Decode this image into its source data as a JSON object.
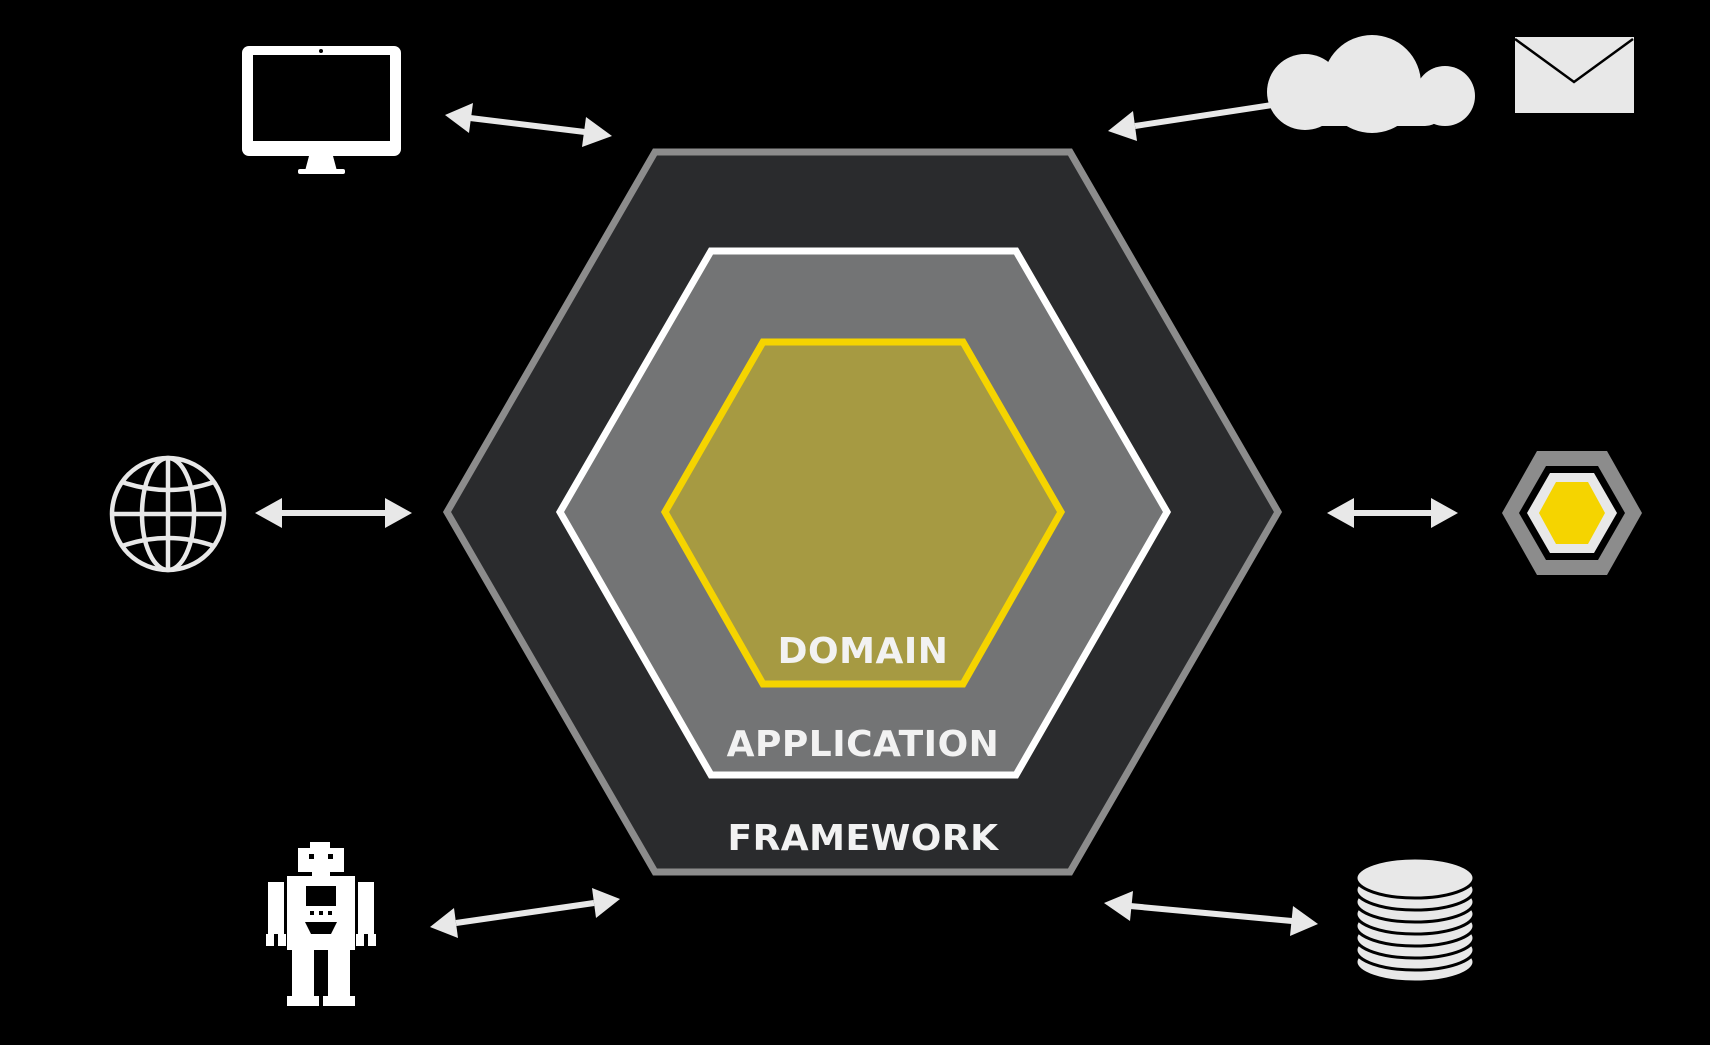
{
  "layers": {
    "framework": {
      "label": "FRAMEWORK"
    },
    "application": {
      "label": "APPLICATION"
    },
    "domain": {
      "label": "DOMAIN"
    }
  },
  "adapters": [
    {
      "side": "top-left",
      "icon": "desktop-monitor-icon"
    },
    {
      "side": "left",
      "icon": "globe-icon"
    },
    {
      "side": "bottom-left",
      "icon": "robot-icon"
    },
    {
      "side": "top-right",
      "icon": "cloud-icon"
    },
    {
      "side": "top-right",
      "icon": "envelope-icon"
    },
    {
      "side": "right",
      "icon": "nested-hexagon-icon"
    },
    {
      "side": "bottom-right",
      "icon": "database-icon"
    }
  ],
  "colors": {
    "background": "#000000",
    "framework_fill": "#2a2b2d",
    "framework_border": "#8c8c8c",
    "application_fill": "#737475",
    "application_border": "#ffffff",
    "domain_fill": "#a69a42",
    "domain_border": "#f5d400",
    "icon": "#e8e8e8",
    "accent_yellow": "#f5d400"
  }
}
